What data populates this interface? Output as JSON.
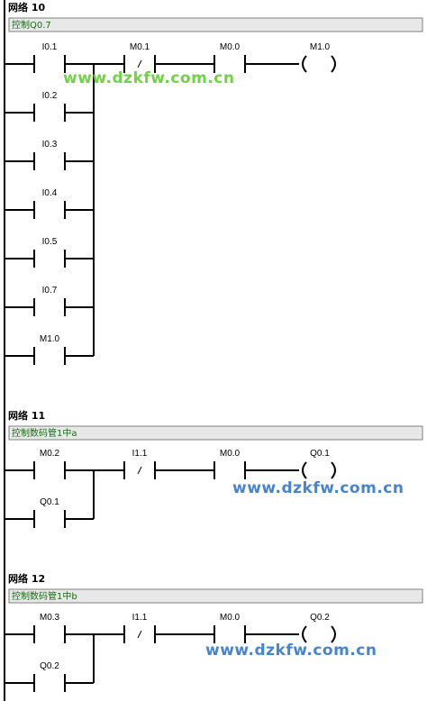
{
  "colors": {
    "wire": "#000000",
    "comment_text": "#1a6b1a",
    "comment_bg": "#e8e8e8",
    "watermark_green": "#66cc33",
    "watermark_blue": "#3377cc"
  },
  "networks": [
    {
      "title": "网络 10",
      "comment": "控制Q0.7",
      "labels": {
        "c1": "I0.1",
        "c2": "M0.1",
        "c3": "M0.0",
        "coil": "M1.0",
        "b1": "I0.2",
        "b2": "I0.3",
        "b3": "I0.4",
        "b4": "I0.5",
        "b5": "I0.7",
        "b6": "M1.0"
      }
    },
    {
      "title": "网络 11",
      "comment": "控制数码管1中a",
      "labels": {
        "c1": "M0.2",
        "c2": "I1.1",
        "c3": "M0.0",
        "coil": "Q0.1",
        "b1": "Q0.1"
      }
    },
    {
      "title": "网络 12",
      "comment": "控制数码管1中b",
      "labels": {
        "c1": "M0.3",
        "c2": "I1.1",
        "c3": "M0.0",
        "coil": "Q0.2",
        "b1": "Q0.2"
      }
    }
  ],
  "watermarks": [
    "www.dzkfw.com.cn",
    "www.dzkfw.com.cn",
    "www.dzkfw.com.cn"
  ]
}
